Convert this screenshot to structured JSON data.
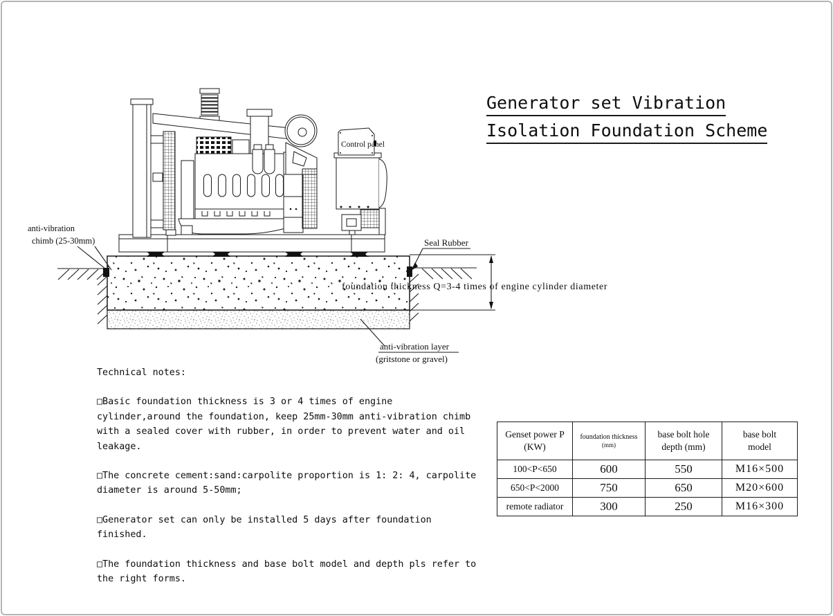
{
  "title": {
    "line1": "Generator set Vibration",
    "line2": "Isolation Foundation Scheme"
  },
  "diagram": {
    "labels": {
      "control_panel": "Control panel",
      "anti_vibration_chimb_line1": "anti-vibration",
      "anti_vibration_chimb_line2": "chimb (25-30mm)",
      "seal_rubber": "Seal Rubber",
      "foundation_thickness": "foundation thickness Q=3-4 times of engine cylinder diameter",
      "anti_vibration_layer_line1": "anti-vibration layer",
      "anti_vibration_layer_line2": "(gritstone or gravel)"
    }
  },
  "notes": {
    "heading": "Technical notes:",
    "items": [
      {
        "text": "□Basic foundation thickness is 3 or 4 times of engine\ncylinder,around the foundation, keep 25mm-30mm anti-vibration chimb\nwith a sealed cover with rubber, in order to prevent water and oil\nleakage."
      },
      {
        "text": "□The concrete cement:sand:carpolite proportion is 1: 2: 4, carpolite\ndiameter is around 5-50mm;"
      },
      {
        "text": "□Generator set can only be installed 5 days after foundation\nfinished."
      },
      {
        "text": "□The foundation thickness and base bolt model and depth pls refer to\nthe right forms."
      }
    ]
  },
  "table": {
    "headers": [
      {
        "line1": "Genset power P",
        "line2": "(KW)"
      },
      {
        "line1": "foundation thickness",
        "line2": "(mm)"
      },
      {
        "line1": "base bolt hole",
        "line2": "depth (mm)"
      },
      {
        "line1": "base bolt",
        "line2": "model"
      }
    ],
    "rows": [
      [
        "100<P<650",
        "600",
        "550",
        "M16×500"
      ],
      [
        "650<P<2000",
        "750",
        "650",
        "M20×600"
      ],
      [
        "remote radiator",
        "300",
        "250",
        "M16×300"
      ]
    ]
  },
  "colors": {
    "line": "#1a1a1a",
    "page_border": "#b5b5b5"
  }
}
